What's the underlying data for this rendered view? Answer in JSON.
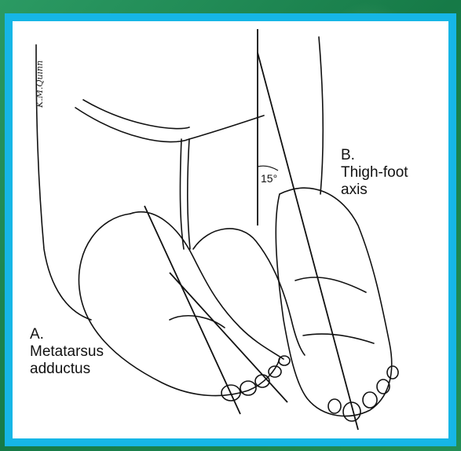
{
  "labels": {
    "a_letter": "A.",
    "a_line1": "Metatarsus",
    "a_line2": "adductus",
    "b_letter": "B.",
    "b_line1": "Thigh-foot",
    "b_line2": "axis",
    "angle": "15°"
  },
  "signature": "K.M.Quinn",
  "colors": {
    "frame": "#16b6e6",
    "background": "#1e8a55",
    "ink": "#111111"
  }
}
